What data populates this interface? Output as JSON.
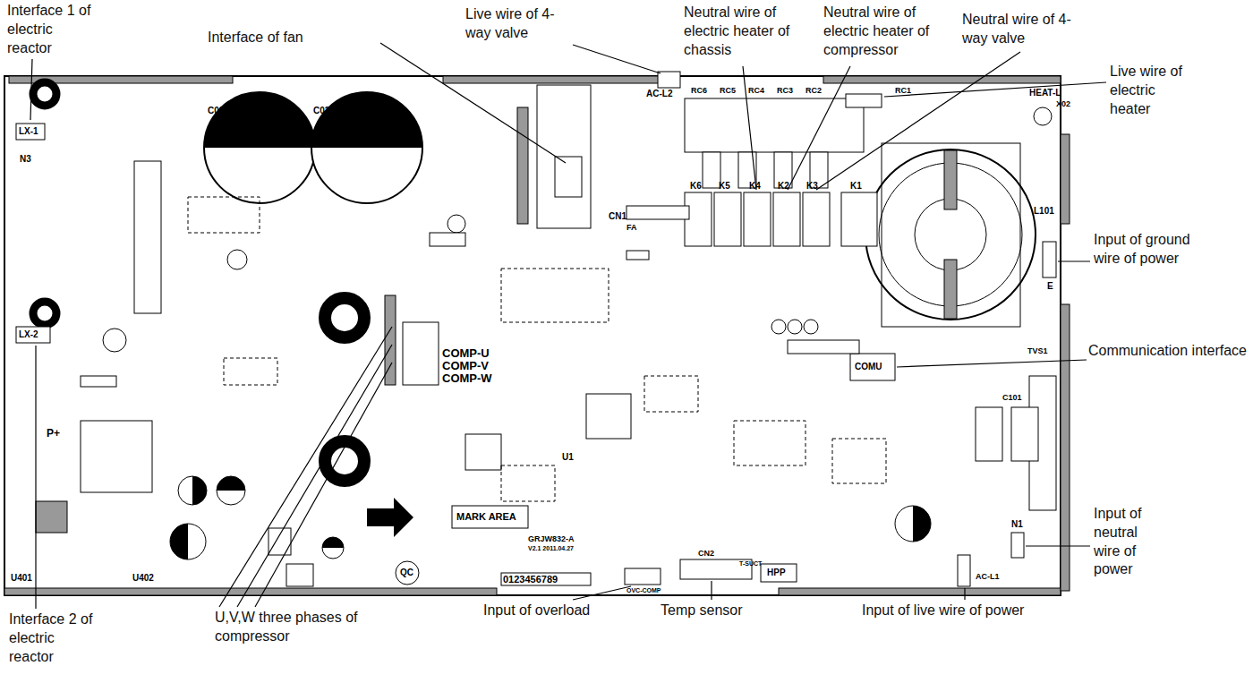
{
  "diagram": {
    "labels": [
      "Interface 1 of electric reactor",
      "Interface of fan",
      "Live wire of 4-way valve",
      "Neutral wire of electric heater of chassis",
      "Neutral wire of electric heater of compressor",
      "Neutral wire of 4-way valve",
      "Live wire of electric heater",
      "Input of ground wire of power",
      "Communication interface",
      "Input of neutral wire of power",
      "Input of live wire of power",
      "Temp sensor",
      "Input of overload",
      "U,V,W three phases of compressor",
      "Interface 2 of electric reactor",
      "LX-1",
      "N3",
      "C0201",
      "C0202",
      "LX-2",
      "P+",
      "U401",
      "U402",
      "COMP-U",
      "COMP-V",
      "COMP-W",
      "MARK AREA",
      "QC",
      "AC-L2",
      "HEAT-L",
      "RC6",
      "RC5",
      "RC4",
      "RC3",
      "RC2",
      "RC1",
      "K6",
      "K5",
      "K4",
      "K2",
      "K3",
      "K1",
      "L101",
      "E",
      "COMU",
      "TVS1",
      "N1",
      "AC-L1",
      "OVC-COMP",
      "CN2",
      "T-SUCT",
      "HPP",
      "GRJW832-A",
      "V2.1 2011.04.27",
      "0123456789",
      "CN1",
      "FA",
      "X02",
      "C101",
      "U1"
    ]
  }
}
